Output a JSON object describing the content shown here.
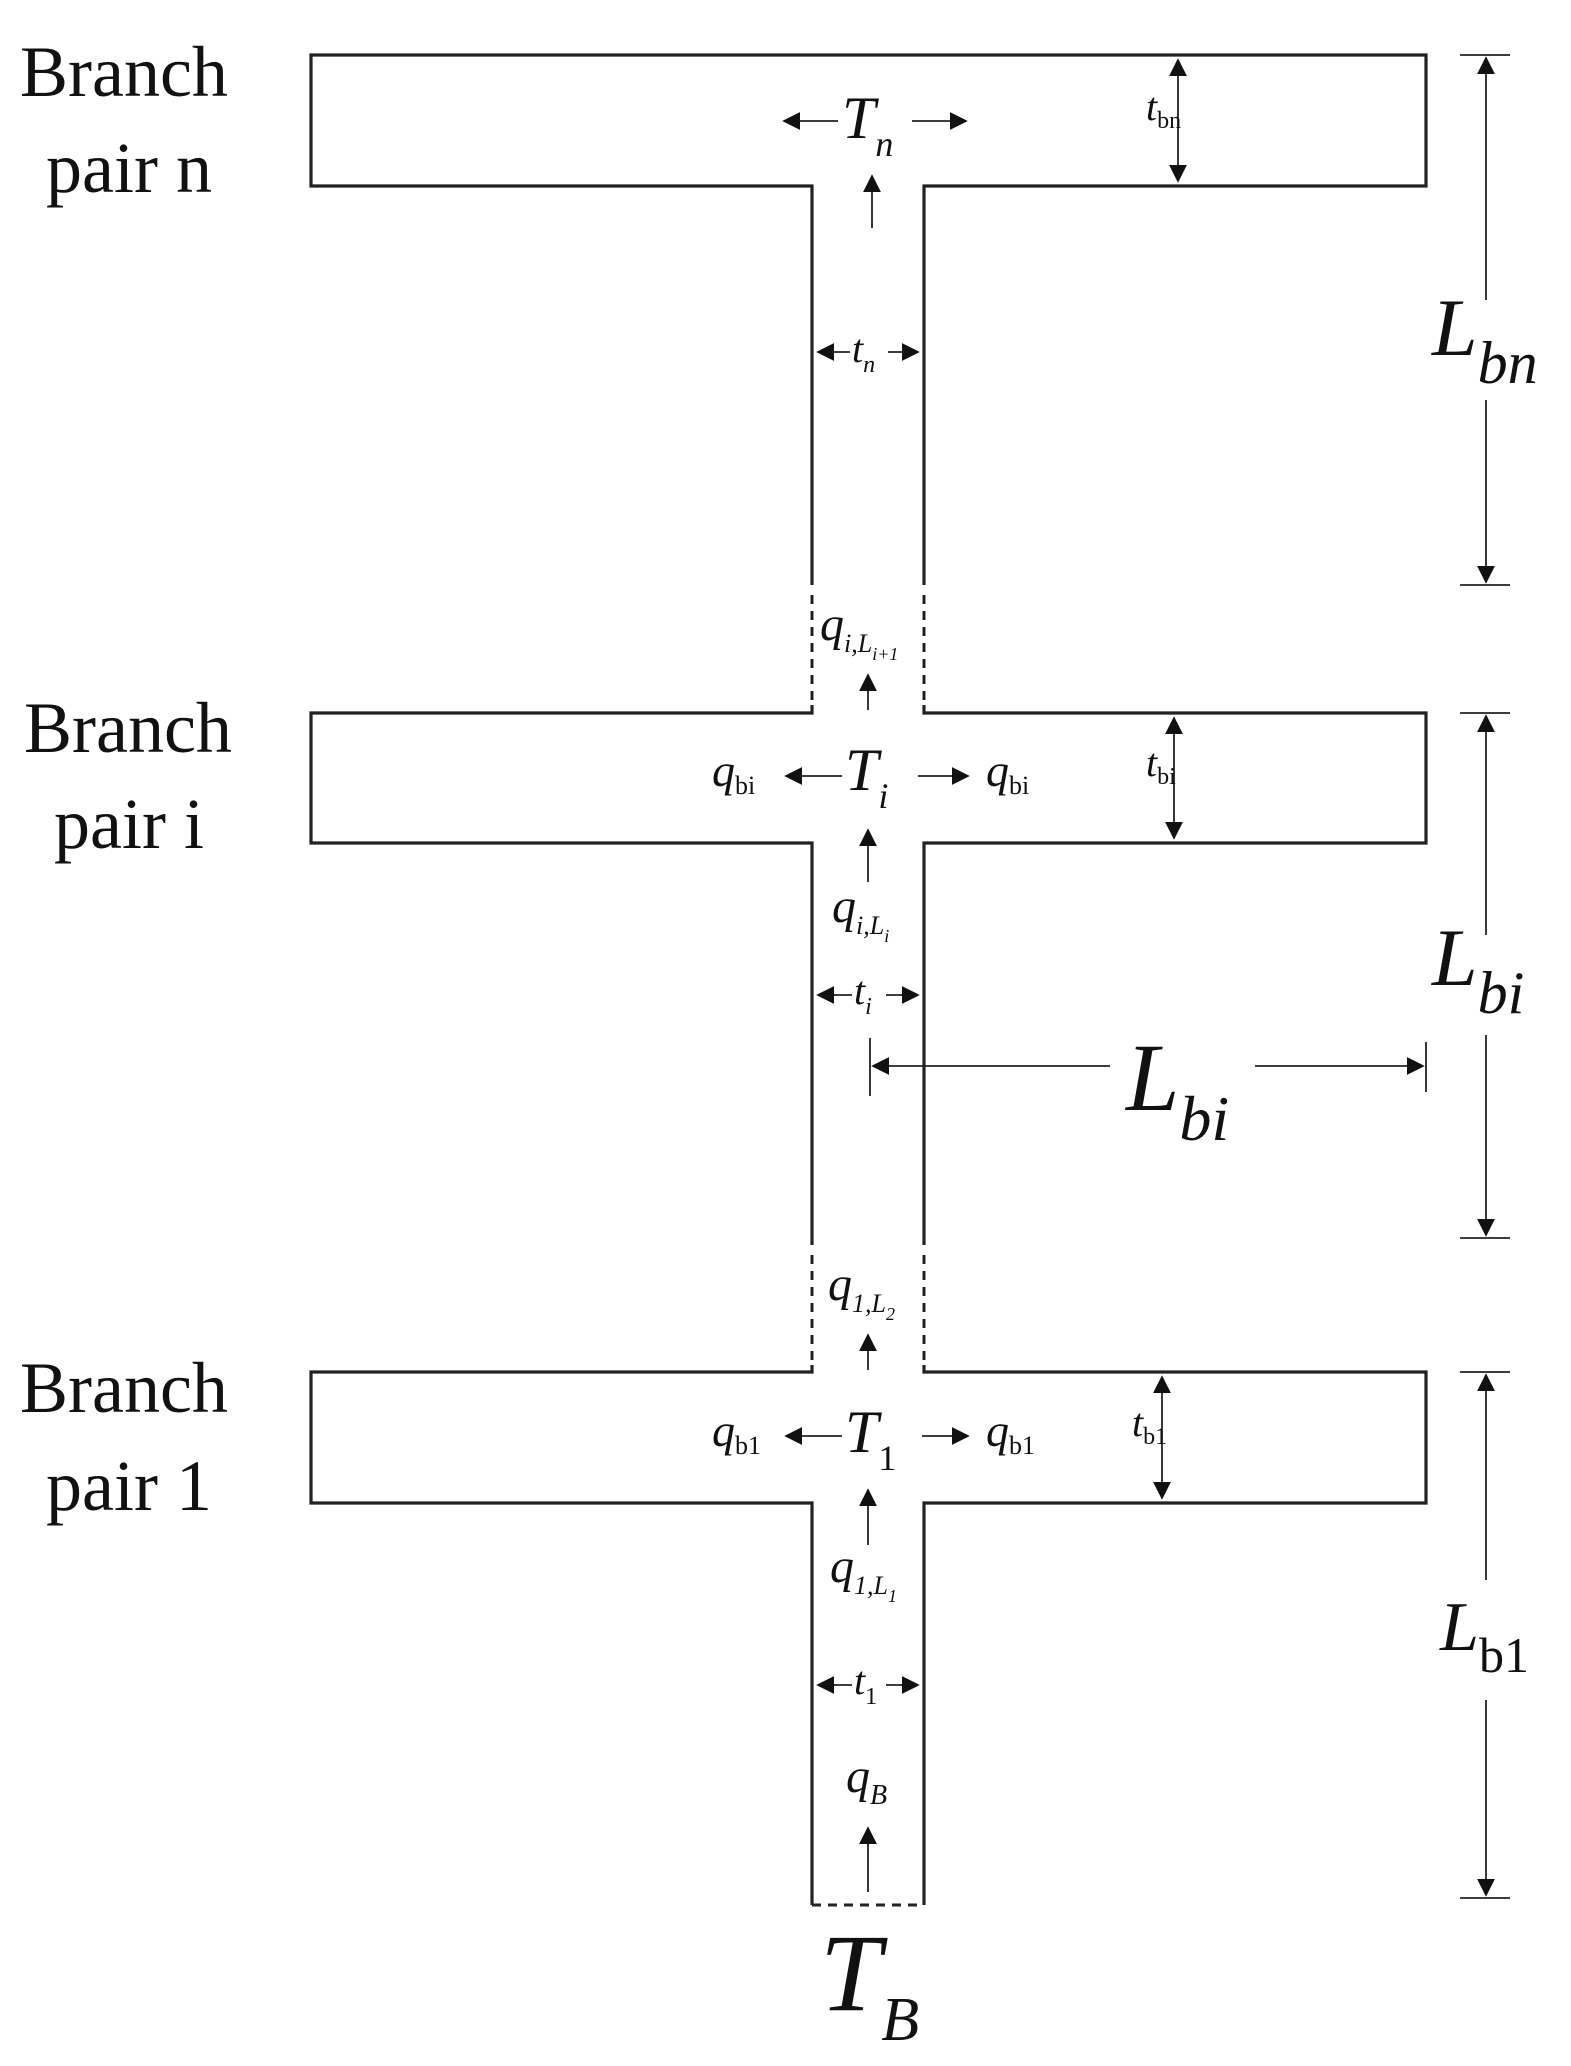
{
  "branches": [
    {
      "id": "n",
      "label_line1": "Branch",
      "label_line2": "pair n",
      "node_T": "T",
      "node_T_sub": "n",
      "branch_t": "t",
      "branch_t_sub": "bn",
      "stem_t": "t",
      "stem_t_sub": "n",
      "length": "L",
      "length_sub": "bn"
    },
    {
      "id": "i",
      "label_line1": "Branch",
      "label_line2": "pair i",
      "node_T": "T",
      "node_T_sub": "i",
      "branch_t": "t",
      "branch_t_sub": "bi",
      "stem_t": "t",
      "stem_t_sub": "i",
      "q_branch": "q",
      "q_branch_sub": "bi",
      "q_in": "q",
      "q_in_sub": "i,L",
      "q_in_sub2": "i",
      "q_out": "q",
      "q_out_sub": "i,L",
      "q_out_sub2": "i+1",
      "length": "L",
      "length_sub": "bi",
      "half_length": "L",
      "half_length_sub": "bi"
    },
    {
      "id": "1",
      "label_line1": "Branch",
      "label_line2": "pair 1",
      "node_T": "T",
      "node_T_sub": "1",
      "branch_t": "t",
      "branch_t_sub": "b1",
      "stem_t": "t",
      "stem_t_sub": "1",
      "q_branch": "q",
      "q_branch_sub": "b1",
      "q_in": "q",
      "q_in_sub": "1,L",
      "q_in_sub2": "1",
      "q_out": "q",
      "q_out_sub": "1,L",
      "q_out_sub2": "2",
      "length": "L",
      "length_sub": "b1"
    }
  ],
  "base": {
    "q": "q",
    "q_sub": "B",
    "T": "T",
    "T_sub": "B"
  }
}
